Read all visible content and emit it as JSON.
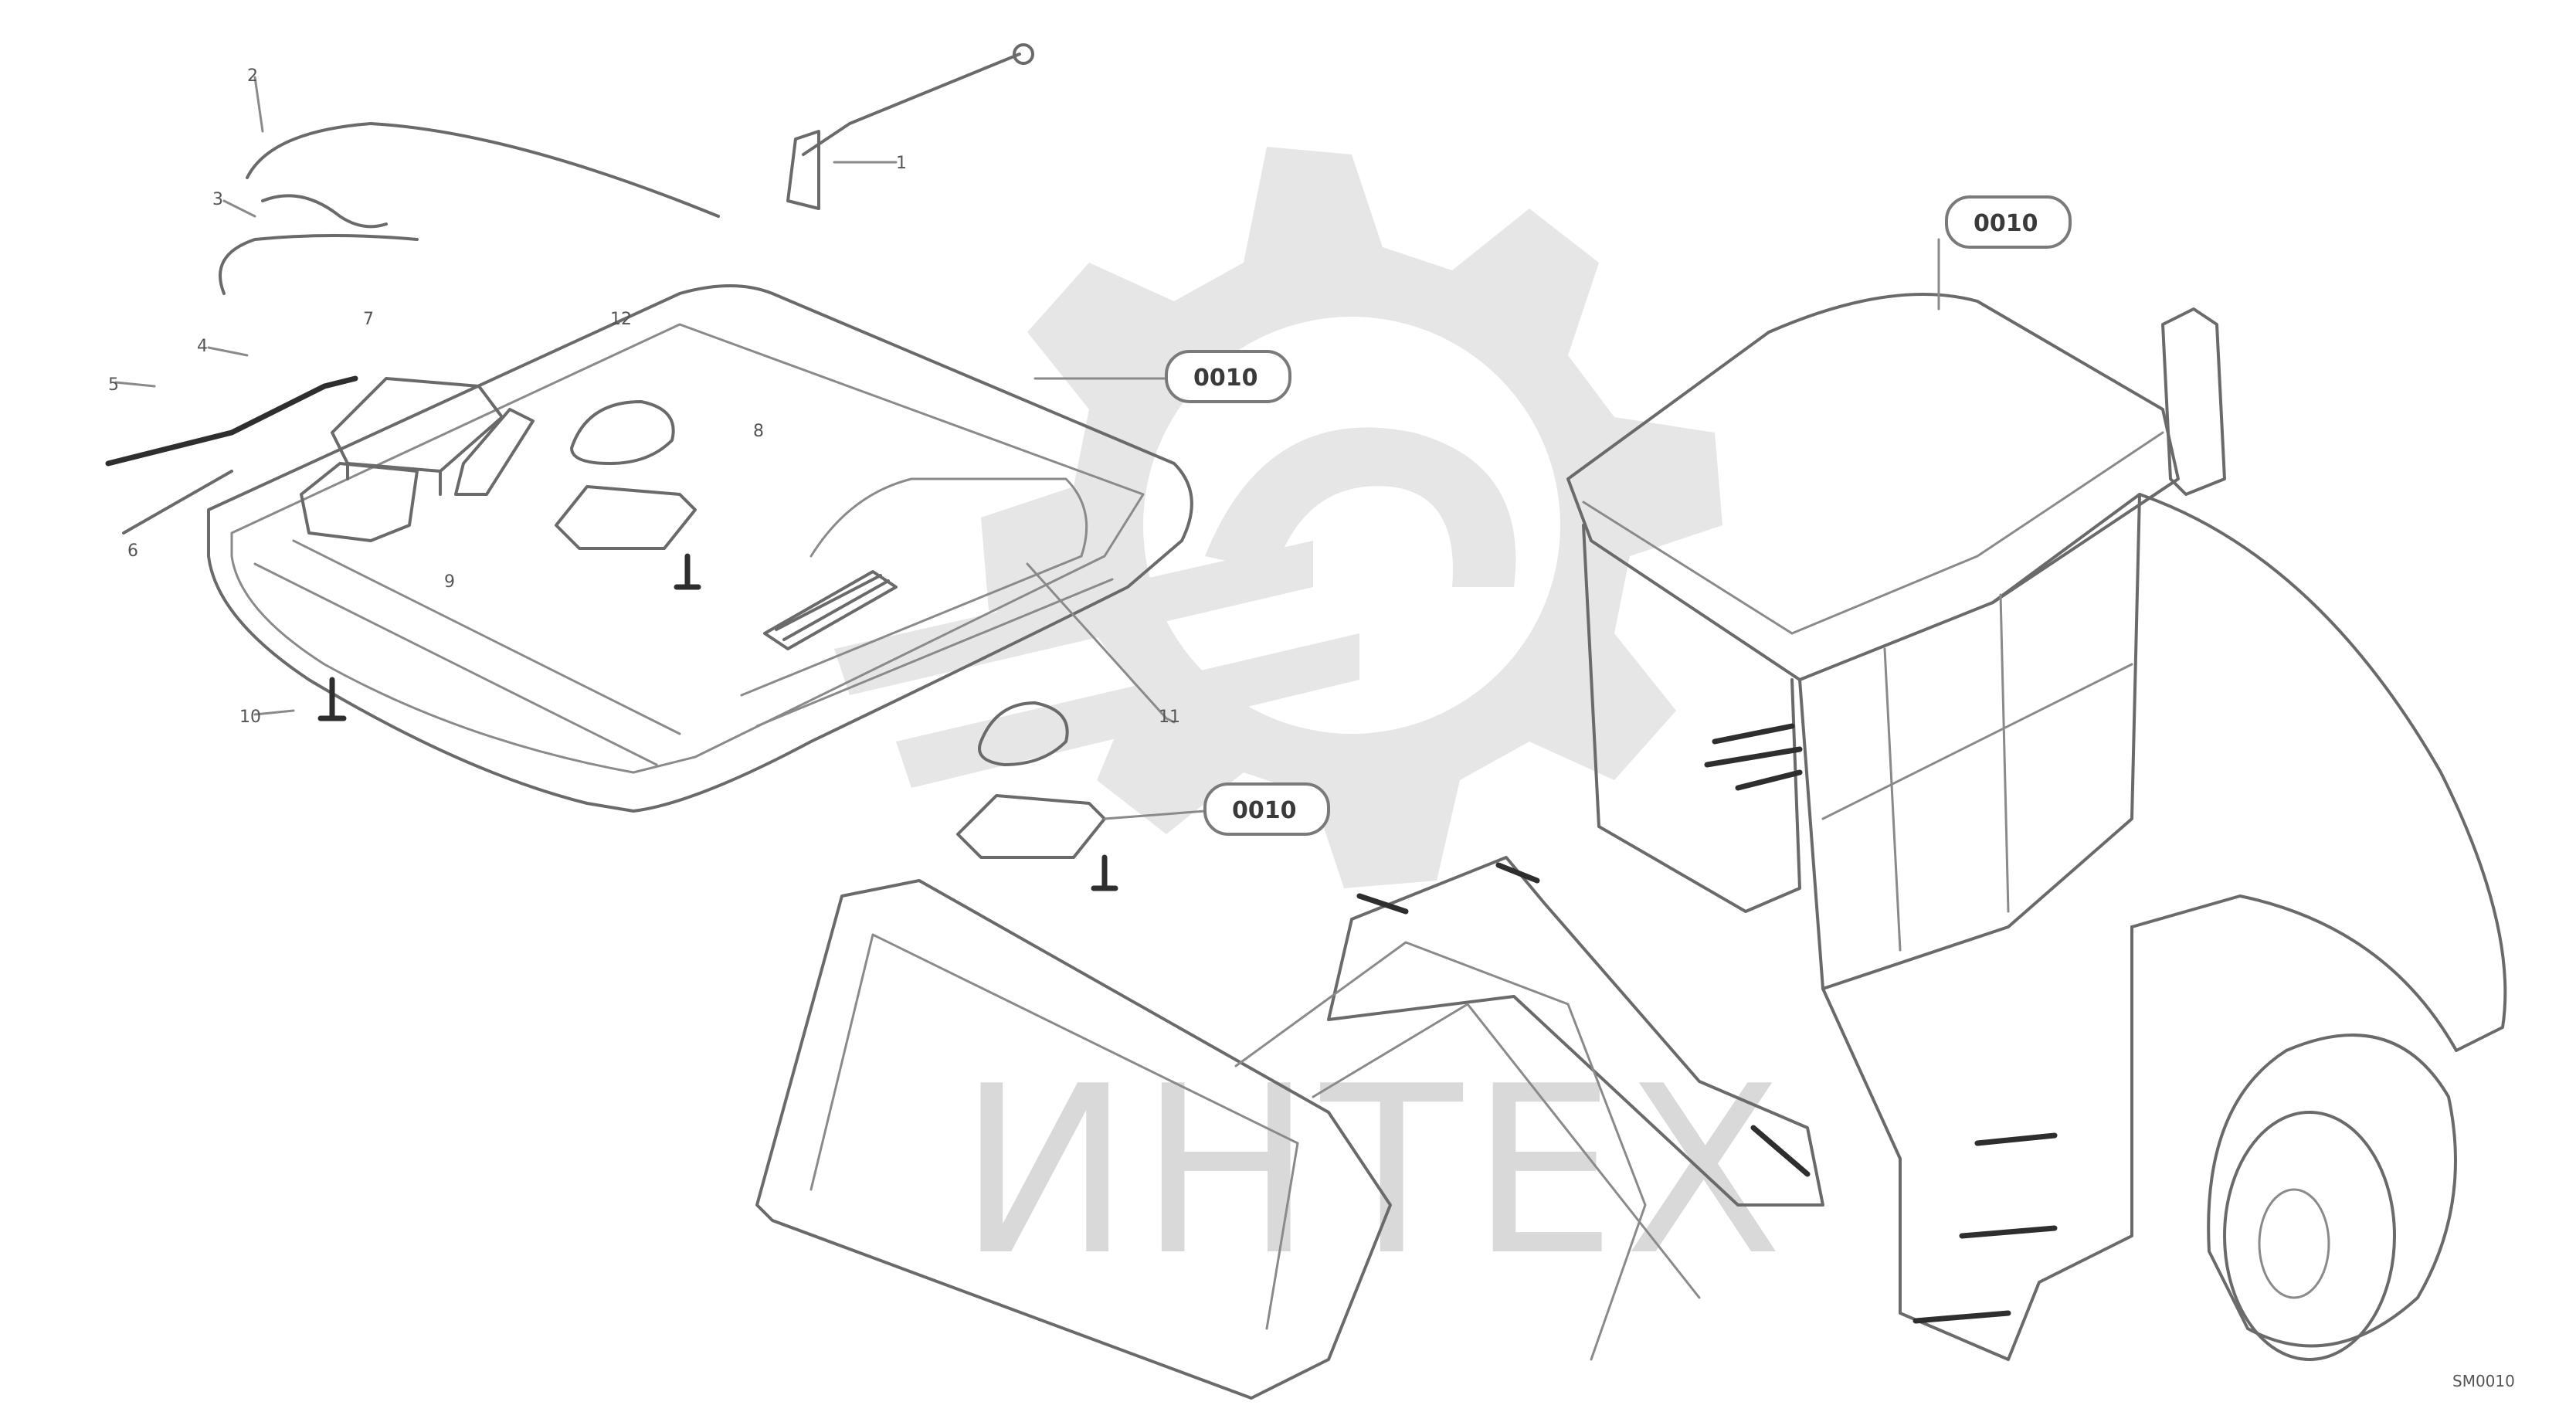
{
  "diagram": {
    "callouts": [
      {
        "id": "c1",
        "label": "0010"
      },
      {
        "id": "c2",
        "label": "0010"
      },
      {
        "id": "c3",
        "label": "0010"
      }
    ],
    "part_numbers": [
      {
        "id": "n1",
        "label": "1"
      },
      {
        "id": "n2",
        "label": "2"
      },
      {
        "id": "n3",
        "label": "3"
      },
      {
        "id": "n4",
        "label": "4"
      },
      {
        "id": "n5",
        "label": "5"
      },
      {
        "id": "n6",
        "label": "6"
      },
      {
        "id": "n7",
        "label": "7"
      },
      {
        "id": "n8",
        "label": "8"
      },
      {
        "id": "n9",
        "label": "9"
      },
      {
        "id": "n10",
        "label": "10"
      },
      {
        "id": "n11",
        "label": "11"
      },
      {
        "id": "n12",
        "label": "12"
      }
    ],
    "watermark_text": "ИНТЕХ",
    "corner_code": "SM0010"
  },
  "colors": {
    "line": "#6a6a6a",
    "watermark": "#d9d9d9",
    "background": "#ffffff"
  }
}
